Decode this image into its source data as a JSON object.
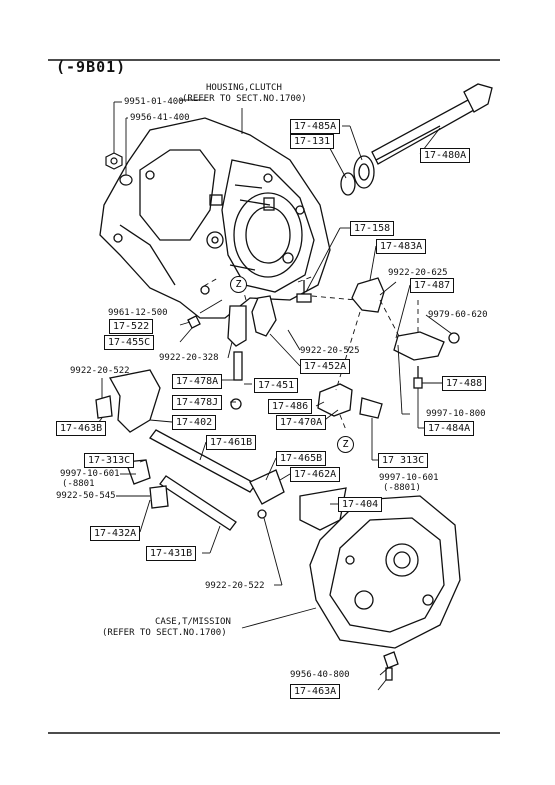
{
  "header": {
    "code": "(-9B01)"
  },
  "notes": {
    "housing_clutch": "HOUSING,CLUTCH",
    "housing_ref": "(REFER TO SECT.NO.1700)",
    "case_tmission": "CASE,T/MISSION",
    "case_ref": "(REFER TO SECT.NO.1700)"
  },
  "zone_marker": "Z",
  "parts": {
    "p9951": "9951-01-400",
    "p9956a": "9956-41-400",
    "p485a": "17-485A",
    "p131": "17-131",
    "p480a": "17-480A",
    "p158": "17-158",
    "p483a": "17-483A",
    "p9922_625": "9922-20-625",
    "p487": "17-487",
    "p9979": "9979-60-620",
    "p9961": "9961-12-500",
    "p522": "17-522",
    "p455c": "17-455C",
    "p9922_525": "9922-20-525",
    "p452a": "17-452A",
    "p9922_328": "9922-20-328",
    "p478a": "17-478A",
    "p451": "17-451",
    "p488": "17-488",
    "p9922_522a": "9922-20-522",
    "p478j": "17-478J",
    "p486": "17-486",
    "p9997_800": "9997-10-800",
    "p470a": "17-470A",
    "p484a": "17-484A",
    "p463b": "17-463B",
    "p402": "17-402",
    "p461b": "17-461B",
    "p313c_l": "17-313C",
    "p313c_r": "17 313C",
    "p9997_601a": "9997-10-601",
    "p8801a": "(-8801",
    "p9997_601b": "9997-10-601",
    "p8801b": "(-8801)",
    "p9922_545": "9922-50-545",
    "p465b": "17-465B",
    "p462a": "17-462A",
    "p404": "17-404",
    "p432a": "17-432A",
    "p431b": "17-431B",
    "p9922_522b": "9922-20-522",
    "p9956b": "9956-40-800",
    "p463a": "17-463A"
  }
}
